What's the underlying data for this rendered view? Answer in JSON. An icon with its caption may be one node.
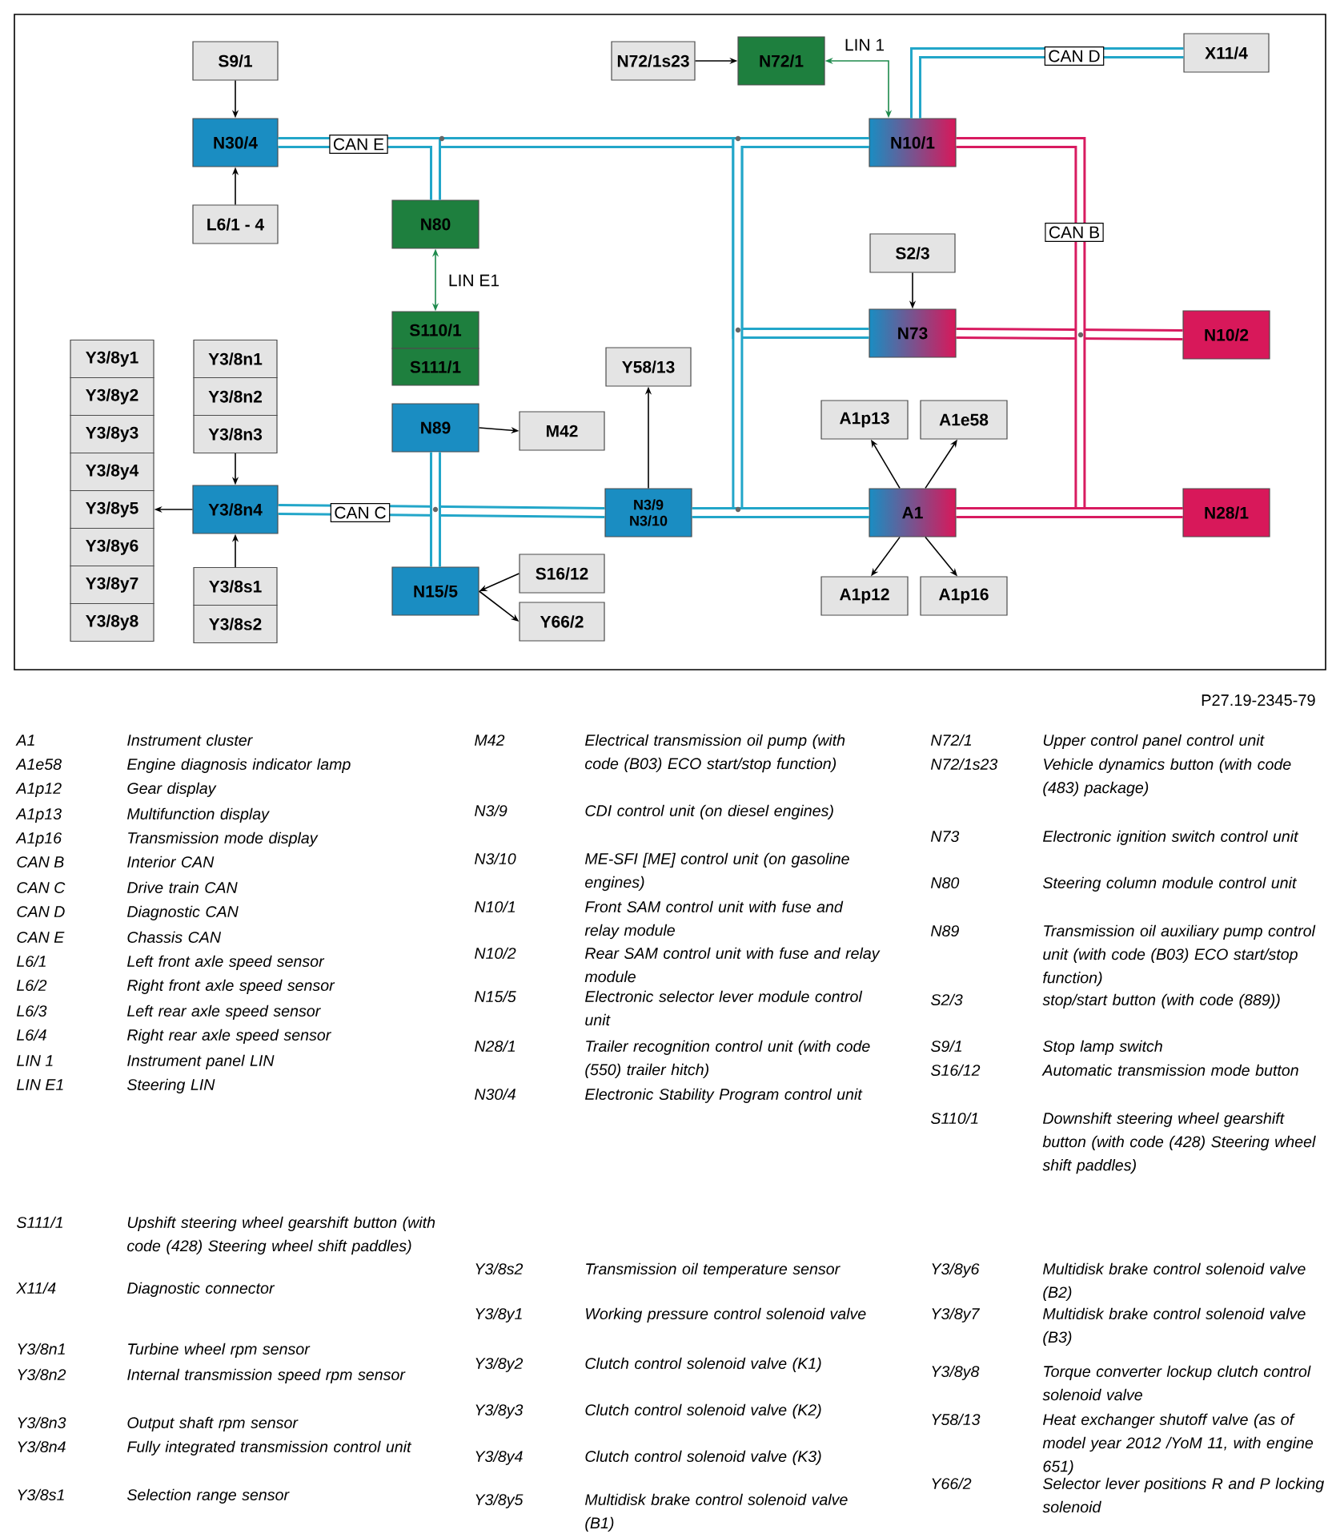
{
  "diagram": {
    "nodes": [
      {
        "text": [
          "S9/1"
        ]
      },
      {
        "text": [
          "N30/4"
        ]
      },
      {
        "text": [
          "L6/1 - 4"
        ]
      },
      {
        "text": [
          "N72/1s23"
        ]
      },
      {
        "text": [
          "N72/1"
        ]
      },
      {
        "text": [
          "X11/4"
        ]
      },
      {
        "text": [
          "N10/1"
        ]
      },
      {
        "text": [
          "N80"
        ]
      },
      {
        "text": [
          "S110/1"
        ]
      },
      {
        "text": [
          "S111/1"
        ]
      },
      {
        "text": [
          "S2/3"
        ]
      },
      {
        "text": [
          "N73"
        ]
      },
      {
        "text": [
          "N10/2"
        ]
      },
      {
        "text": [
          "Y58/13"
        ]
      },
      {
        "text": [
          "Y3/8y1"
        ]
      },
      {
        "text": [
          "Y3/8y2"
        ]
      },
      {
        "text": [
          "Y3/8y3"
        ]
      },
      {
        "text": [
          "Y3/8y4"
        ]
      },
      {
        "text": [
          "Y3/8y5"
        ]
      },
      {
        "text": [
          "Y3/8y6"
        ]
      },
      {
        "text": [
          "Y3/8y7"
        ]
      },
      {
        "text": [
          "Y3/8y8"
        ]
      },
      {
        "text": [
          "Y3/8n1"
        ]
      },
      {
        "text": [
          "Y3/8n2"
        ]
      },
      {
        "text": [
          "Y3/8n3"
        ]
      },
      {
        "text": [
          "N89"
        ]
      },
      {
        "text": [
          "M42"
        ]
      },
      {
        "text": [
          "A1p13"
        ]
      },
      {
        "text": [
          "A1e58"
        ]
      },
      {
        "text": [
          "Y3/8n4"
        ]
      },
      {
        "text": [
          "N3/9",
          "N3/10"
        ]
      },
      {
        "text": [
          "A1"
        ]
      },
      {
        "text": [
          "N28/1"
        ]
      },
      {
        "text": [
          "Y3/8s1"
        ]
      },
      {
        "text": [
          "Y3/8s2"
        ]
      },
      {
        "text": [
          "N15/5"
        ]
      },
      {
        "text": [
          "S16/12"
        ]
      },
      {
        "text": [
          "Y66/2"
        ]
      },
      {
        "text": [
          "A1p12"
        ]
      },
      {
        "text": [
          "A1p16"
        ]
      }
    ],
    "edges": [
      {
        "from": 0,
        "to": 1,
        "arrow": "to"
      },
      {
        "from": 2,
        "to": 1,
        "arrow": "to"
      },
      {
        "from": 3,
        "to": 4,
        "arrow": "to"
      },
      {
        "from": 4,
        "to": 6,
        "arrow": "both",
        "label": "LIN 1",
        "color": "#1e8a4c"
      },
      {
        "from": 6,
        "to": 5,
        "arrow": "none",
        "label": "CAN D",
        "style": "thick",
        "color": "#22a6c9"
      },
      {
        "from": 1,
        "to": 6,
        "arrow": "none",
        "label": "CAN E",
        "style": "thick",
        "color": "#22a6c9"
      },
      {
        "from": 7,
        "to": 1,
        "arrow": "none",
        "style": "thick",
        "color": "#22a6c9"
      },
      {
        "from": 7,
        "to": 8,
        "arrow": "both",
        "label": "LIN E1",
        "color": "#1e8a4c"
      },
      {
        "from": 10,
        "to": 11,
        "arrow": "to"
      },
      {
        "from": 11,
        "to": 6,
        "arrow": "none",
        "style": "thick",
        "color": "#22a6c9"
      },
      {
        "from": 31,
        "to": 6,
        "arrow": "none",
        "style": "thick",
        "color": "#22a6c9"
      },
      {
        "from": 11,
        "to": 12,
        "arrow": "none",
        "style": "thick",
        "color": "#d81b60"
      },
      {
        "from": 6,
        "to": 32,
        "arrow": "none",
        "label": "CAN B",
        "style": "thick",
        "color": "#d81b60"
      },
      {
        "from": 31,
        "to": 32,
        "arrow": "none",
        "style": "thick",
        "color": "#d81b60"
      },
      {
        "from": 29,
        "to": 30,
        "arrow": "none",
        "label": "CAN C",
        "style": "thick",
        "color": "#22a6c9"
      },
      {
        "from": 30,
        "to": 31,
        "arrow": "none",
        "style": "thick",
        "color": "#22a6c9"
      },
      {
        "from": 25,
        "to": 35,
        "arrow": "none",
        "style": "thick",
        "color": "#22a6c9"
      },
      {
        "from": 25,
        "to": 26,
        "arrow": "to"
      },
      {
        "from": 30,
        "to": 13,
        "arrow": "to"
      },
      {
        "from": 24,
        "to": 29,
        "arrow": "to"
      },
      {
        "from": 33,
        "to": 29,
        "arrow": "to"
      },
      {
        "from": 29,
        "to": 18,
        "arrow": "to"
      },
      {
        "from": 36,
        "to": 35,
        "arrow": "to"
      },
      {
        "from": 35,
        "to": 37,
        "arrow": "to"
      },
      {
        "from": 31,
        "to": 27,
        "arrow": "to"
      },
      {
        "from": 31,
        "to": 28,
        "arrow": "to"
      },
      {
        "from": 31,
        "to": 38,
        "arrow": "to"
      },
      {
        "from": 31,
        "to": 39,
        "arrow": "to"
      }
    ],
    "labels": [
      "P27.19-2345-79",
      "A1",
      "Instrument cluster",
      "A1e58",
      "Engine diagnosis indicator lamp",
      "A1p12",
      "Gear display",
      "A1p13",
      "Multifunction display",
      "A1p16",
      "Transmission mode display",
      "CAN B",
      "Interior CAN",
      "CAN C",
      "Drive train CAN",
      "CAN D",
      "Diagnostic CAN",
      "CAN E",
      "Chassis CAN",
      "L6/1",
      "Left front axle speed sensor",
      "L6/2",
      "Right front axle speed sensor",
      "L6/3",
      "Left rear axle speed sensor",
      "L6/4",
      "Right rear axle speed sensor",
      "LIN 1",
      "Instrument panel LIN",
      "LIN E1",
      "Steering LIN",
      "M42",
      "Electrical transmission oil pump (with code (B03) ECO start/stop function)",
      "N3/9",
      "CDI control unit (on diesel engines)",
      "N3/10",
      "ME-SFI [ME] control unit (on gasoline engines)",
      "N10/1",
      "Front SAM control unit with fuse and relay module",
      "N10/2",
      "Rear SAM control unit with fuse and relay module",
      "N15/5",
      "Electronic selector lever module control unit",
      "N28/1",
      "Trailer recognition control unit (with code (550) trailer hitch)",
      "N30/4",
      "Electronic Stability Program control unit",
      "N72/1",
      "Upper control panel control unit",
      "N72/1s23",
      "Vehicle dynamics button (with code (483) package)",
      "N73",
      "Electronic ignition switch control unit",
      "N80",
      "Steering column module control unit",
      "N89",
      "Transmission oil auxiliary pump control unit (with code (B03) ECO start/stop function)",
      "S2/3",
      "stop/start button (with code (889))",
      "S9/1",
      "Stop lamp switch",
      "S16/12",
      "Automatic transmission mode button",
      "S110/1",
      "Downshift steering wheel gearshift button (with code (428) Steering wheel shift paddles)",
      "S111/1",
      "Upshift steering wheel gearshift button (with code (428) Steering wheel shift paddles)",
      "X11/4",
      "Diagnostic connector",
      "Y3/8n1",
      "Turbine wheel rpm sensor",
      "Y3/8n2",
      "Internal transmission speed rpm sensor",
      "Y3/8n3",
      "Output shaft rpm sensor",
      "Y3/8n4",
      "Fully integrated transmission control unit",
      "Y3/8s1",
      "Selection range sensor",
      "Y3/8s2",
      "Transmission oil temperature sensor",
      "Y3/8y1",
      "Working pressure control solenoid valve",
      "Y3/8y2",
      "Clutch control solenoid valve (K1)",
      "Y3/8y3",
      "Clutch control solenoid valve (K2)",
      "Y3/8y4",
      "Clutch control solenoid valve (K3)",
      "Y3/8y5",
      "Multidisk brake control solenoid valve (B1)",
      "Y3/8y6",
      "Multidisk brake control solenoid valve (B2)",
      "Y3/8y7",
      "Multidisk brake control solenoid valve (B3)",
      "Y3/8y8",
      "Torque converter lockup clutch control solenoid valve",
      "Y58/13",
      "Heat exchanger shutoff valve (as of model year 2012 /YoM 11, with engine 651)",
      "Y66/2",
      "Selector lever positions R and P locking solenoid"
    ]
  }
}
